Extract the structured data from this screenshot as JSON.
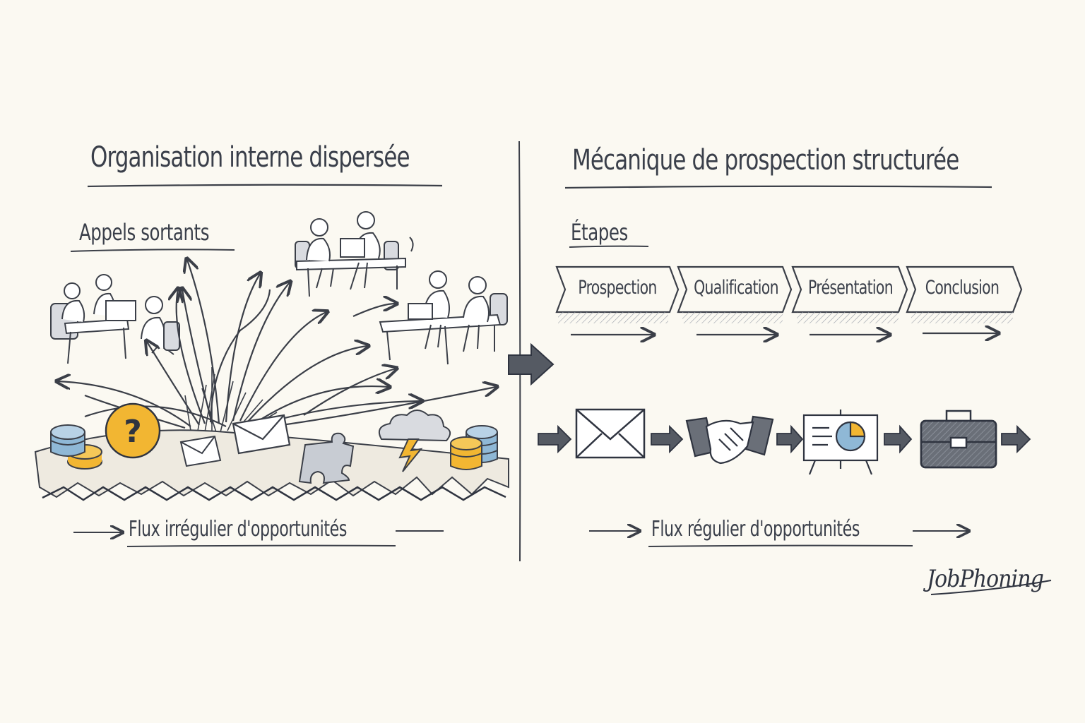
{
  "left": {
    "title": "Organisation interne dispersée",
    "subtitle": "Appels sortants",
    "flux": "Flux irrégulier d'opportunités",
    "icons": [
      "office-team-icon",
      "meeting-team-icon",
      "call-team-icon",
      "coins-icon",
      "question-icon",
      "envelope-icon",
      "puzzle-icon",
      "storm-cloud-icon"
    ]
  },
  "right": {
    "title": "Mécanique de prospection structurée",
    "subtitle": "Étapes",
    "steps": [
      "Prospection",
      "Qualification",
      "Présentation",
      "Conclusion"
    ],
    "flux": "Flux régulier d'opportunités",
    "icons": [
      "envelope-icon",
      "handshake-icon",
      "presentation-board-icon",
      "briefcase-icon"
    ]
  },
  "brand": "JobPhoning",
  "colors": {
    "ink": "#3b3f48",
    "yellow": "#f2b632",
    "blue": "#8fb8d6",
    "paper": "#fbf9f2"
  }
}
